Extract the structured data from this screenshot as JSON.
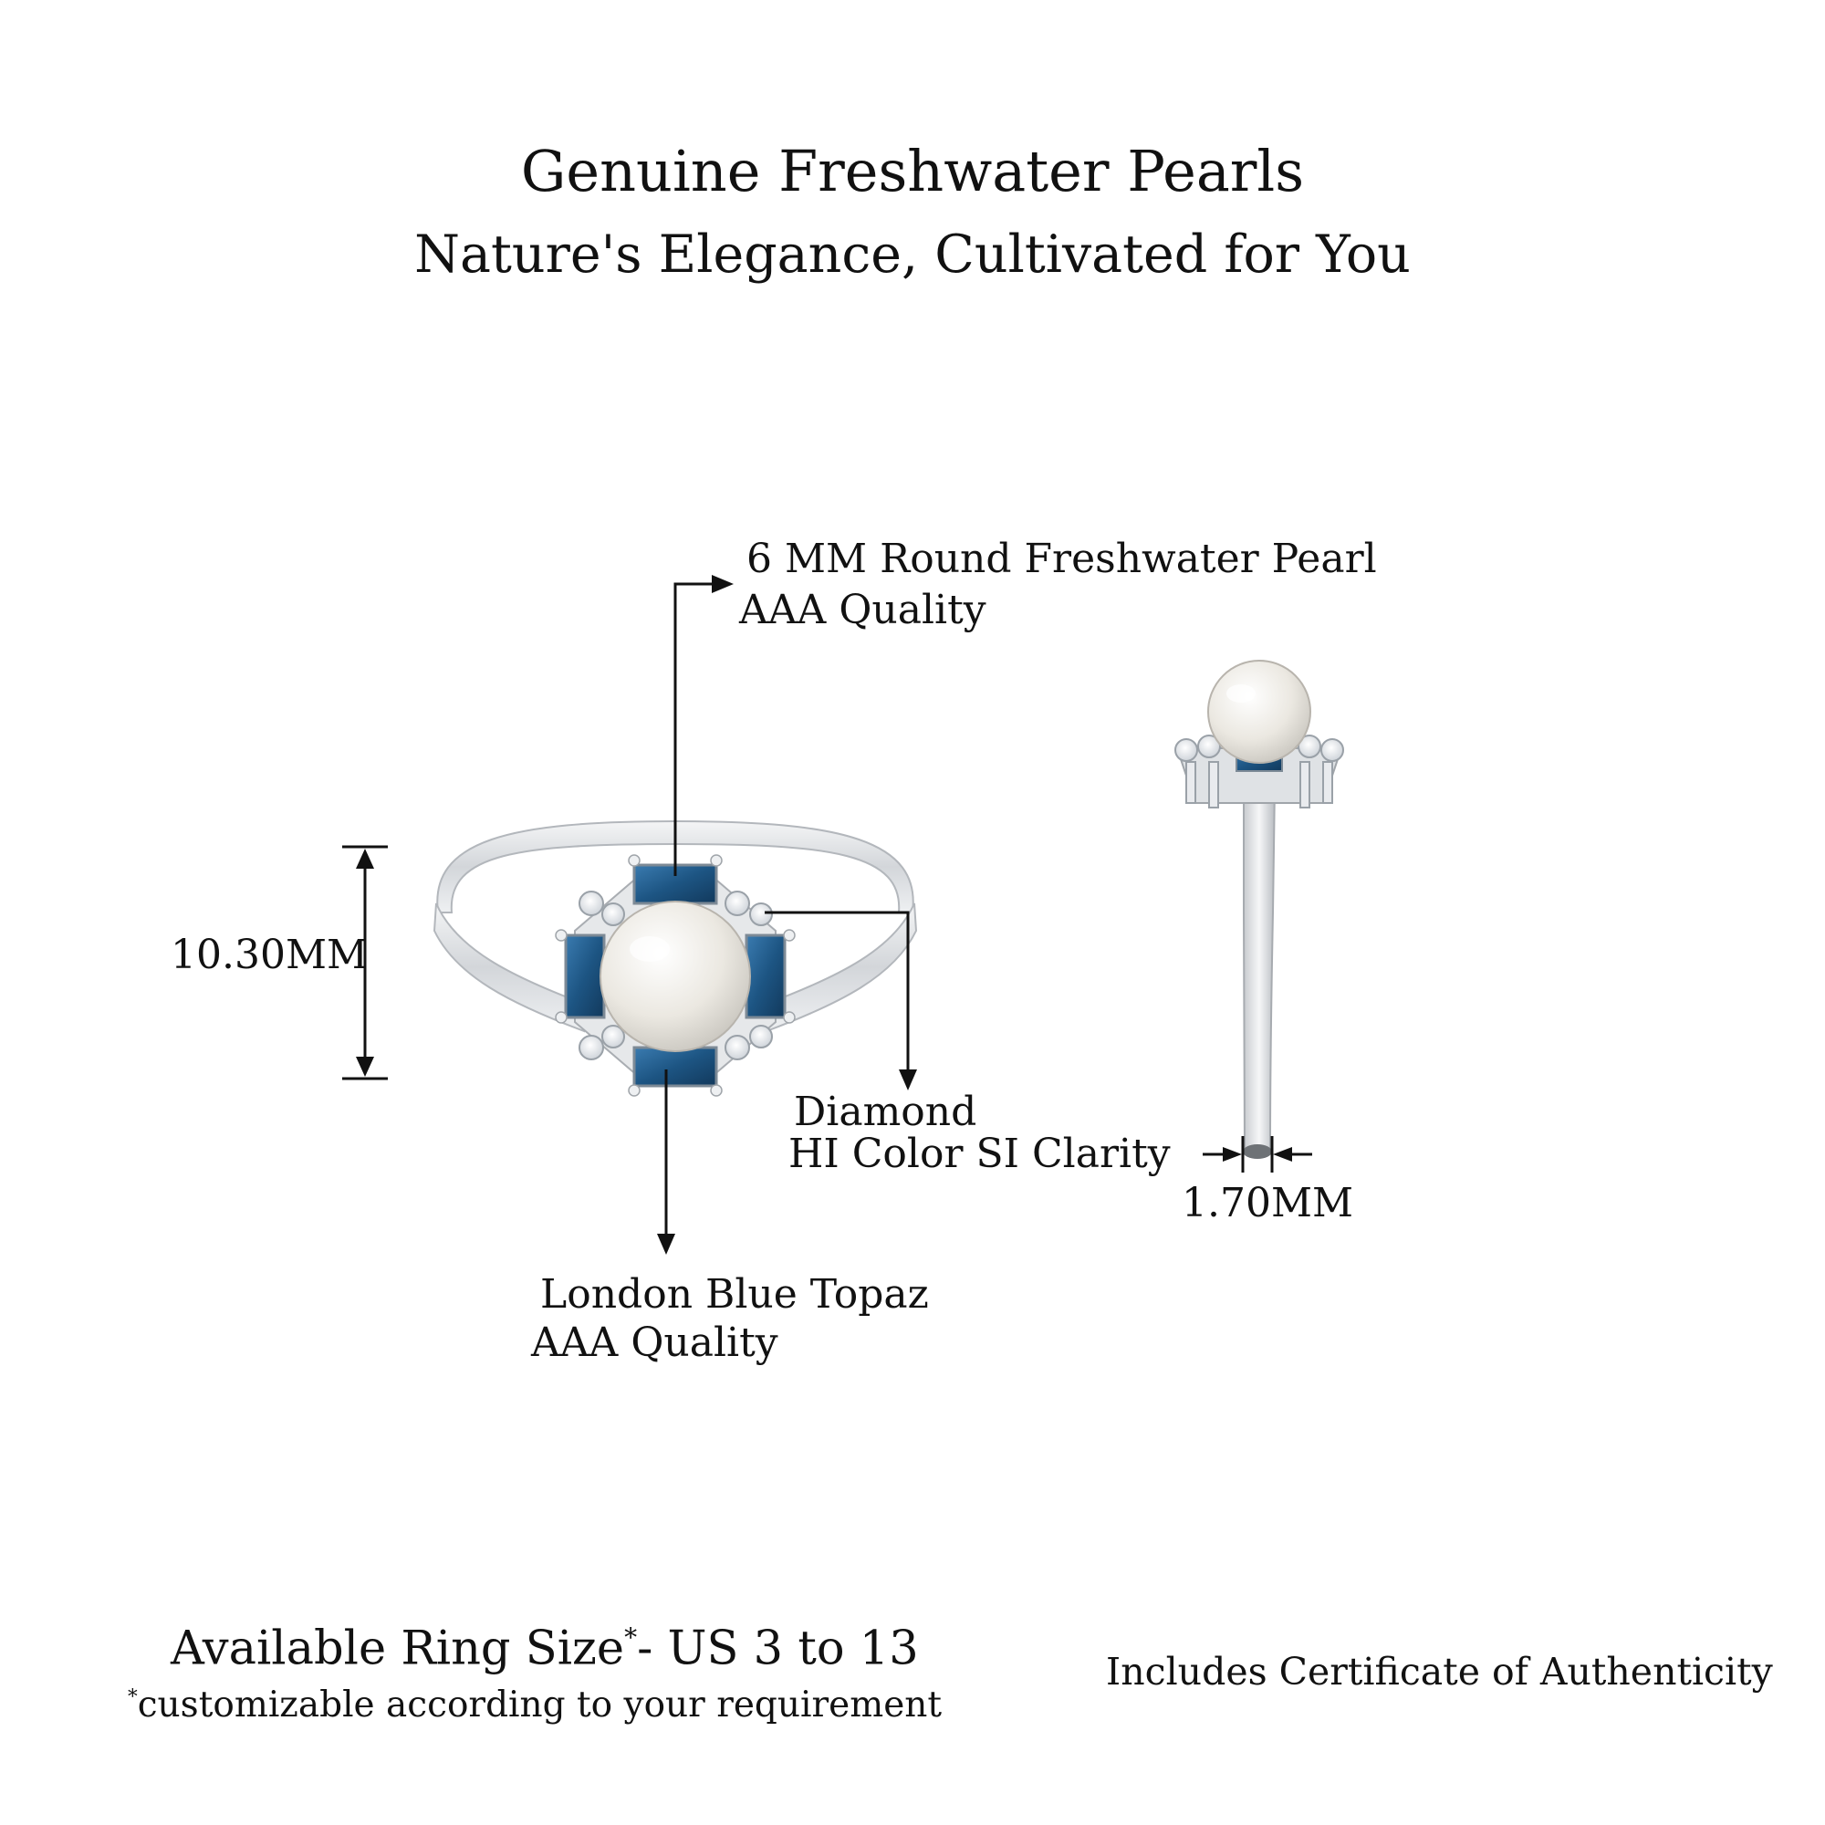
{
  "header": {
    "title": "Genuine Freshwater Pearls",
    "subtitle": "Nature's Elegance, Cultivated for You"
  },
  "callouts": {
    "pearl": {
      "line1": "6 MM Round Freshwater Pearl",
      "line2": "AAA Quality"
    },
    "diamond": {
      "line1": "Diamond",
      "line2": "HI Color SI Clarity"
    },
    "topaz": {
      "line1": "London Blue Topaz",
      "line2": "AAA Quality"
    }
  },
  "dimensions": {
    "height": "10.30MM",
    "band_width": "1.70MM"
  },
  "footer": {
    "ring_size_label": "Available Ring Size",
    "ring_size_asterisk": "*",
    "ring_size_value": "- US 3 to 13",
    "note_asterisk": "*",
    "note": "customizable according to your requirement",
    "certificate": "Includes Certificate of Authenticity"
  },
  "colors": {
    "text": "#111111",
    "metal": "#d9dcdf",
    "topaz": "#1f5a86",
    "pearl": "#f1efe9"
  }
}
